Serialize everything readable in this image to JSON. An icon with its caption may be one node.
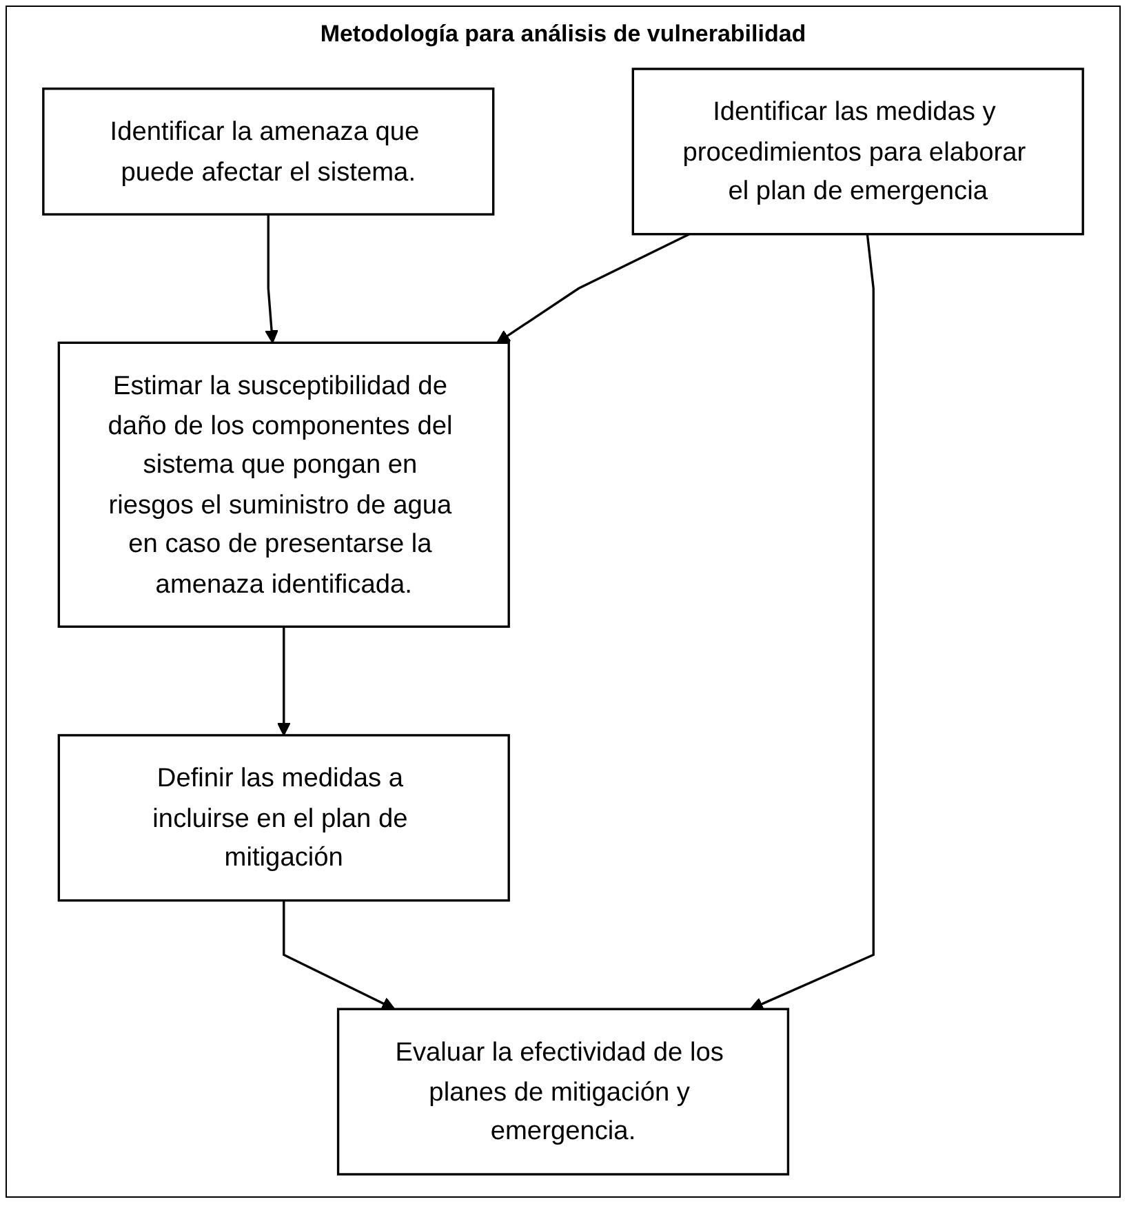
{
  "diagram": {
    "title": "Metodología para análisis de vulnerabilidad",
    "nodes": [
      {
        "text": [
          "Identificar la amenaza que puede afectar el sistema."
        ]
      },
      {
        "text": [
          "Estimar la susceptibilidad de daño de los componentes del sistema que pongan en riesgos el suministro de agua en caso de presentarse la amenaza identificada."
        ]
      },
      {
        "text": [
          "Definir las medidas a incluirse en el plan de mitigación"
        ]
      },
      {
        "text": [
          "Identificar las medidas y procedimientos para elaborar el plan de emergencia"
        ]
      },
      {
        "text": [
          "Evaluar la efectividad de los planes de mitigación y emergencia."
        ]
      }
    ],
    "edges": [
      {
        "from": 0,
        "to": 1,
        "arrow": "to"
      },
      {
        "from": 1,
        "to": 2,
        "arrow": "to"
      },
      {
        "from": 3,
        "to": 1,
        "arrow": "to"
      },
      {
        "from": 2,
        "to": 4,
        "arrow": "to"
      },
      {
        "from": 3,
        "to": 4,
        "arrow": "to"
      }
    ]
  }
}
